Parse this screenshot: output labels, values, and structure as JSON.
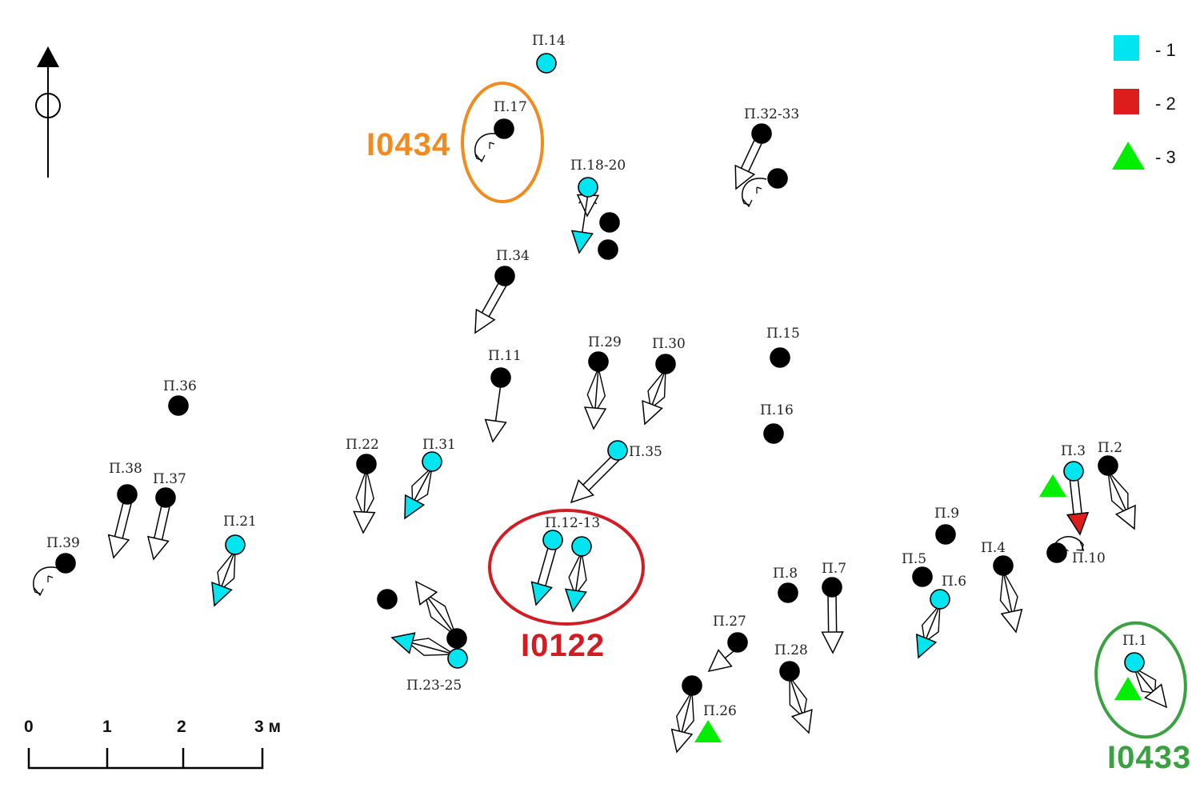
{
  "colors": {
    "cyan": "#00e5f0",
    "red": "#dd1c1c",
    "green": "#00ee00",
    "black": "#000000",
    "orange": "#f28a1e",
    "darkred": "#d21c24",
    "darkgreen": "#3aa140"
  },
  "icons": {
    "north": "north-arrow-icon",
    "turn": "curved-turn-arrow-icon"
  },
  "legend": [
    {
      "symbol": "square",
      "color": "cyan",
      "label": "- 1"
    },
    {
      "symbol": "square",
      "color": "red",
      "label": "- 2"
    },
    {
      "symbol": "triangle",
      "color": "green",
      "label": "- 3"
    }
  ],
  "scale": {
    "ticks": [
      "0",
      "1",
      "2",
      "3 м"
    ]
  },
  "sites": [
    {
      "id": "I0434",
      "color": "orange"
    },
    {
      "id": "I0122",
      "color": "darkred"
    },
    {
      "id": "I0433",
      "color": "darkgreen"
    }
  ],
  "burials": [
    "П.14",
    "П.17",
    "П.18-20",
    "П.32-33",
    "П.34",
    "П.11",
    "П.29",
    "П.30",
    "П.15",
    "П.16",
    "П.36",
    "П.38",
    "П.37",
    "П.39",
    "П.21",
    "П.22",
    "П.31",
    "П.35",
    "П.12-13",
    "П.23-25",
    "П.27",
    "П.26",
    "П.8",
    "П.7",
    "П.28",
    "П.5",
    "П.6",
    "П.9",
    "П.4",
    "П.3",
    "П.2",
    "П.10",
    "П.1"
  ]
}
